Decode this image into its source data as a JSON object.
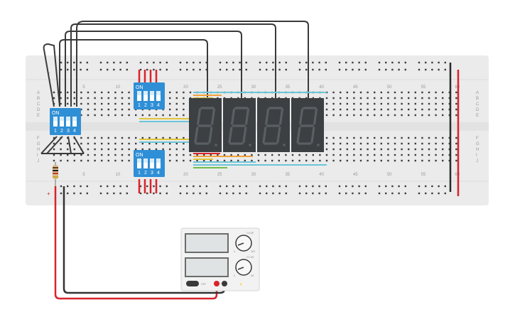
{
  "breadboard": {
    "column_numbers": [
      "5",
      "10",
      "15",
      "20",
      "25",
      "30",
      "35",
      "40",
      "45",
      "50",
      "55",
      "60"
    ],
    "row_letters_top": [
      "A",
      "B",
      "C",
      "D",
      "E"
    ],
    "row_letters_bottom": [
      "F",
      "G",
      "H",
      "I",
      "J"
    ],
    "rail_plus": "+",
    "rail_minus": "−"
  },
  "dip_switches": [
    {
      "label": "ON",
      "positions": [
        "1",
        "2",
        "3",
        "4"
      ]
    },
    {
      "label": "ON",
      "positions": [
        "1",
        "2",
        "3",
        "4"
      ]
    },
    {
      "label": "ON",
      "positions": [
        "1",
        "2",
        "3",
        "4"
      ]
    }
  ],
  "seven_segment": {
    "digits": [
      "8",
      "8",
      "8",
      "8"
    ],
    "segment_color": "#5a5f63"
  },
  "power_supply": {
    "knob_labels": [
      "CV.SE",
      "CC.SE"
    ],
    "knob_ticks": [
      "0",
      "30V",
      "0",
      "3A"
    ],
    "power_button": "OFF"
  },
  "colors": {
    "breadboard": "#ebebeb",
    "rail_red": "#d9232a",
    "rail_black": "#2b2b2b",
    "dip_blue": "#2f8fd6",
    "wire_black": "#333333",
    "wire_red": "#d9232a",
    "wire_cyan": "#6cc5d8",
    "display_body": "#3c4043"
  }
}
